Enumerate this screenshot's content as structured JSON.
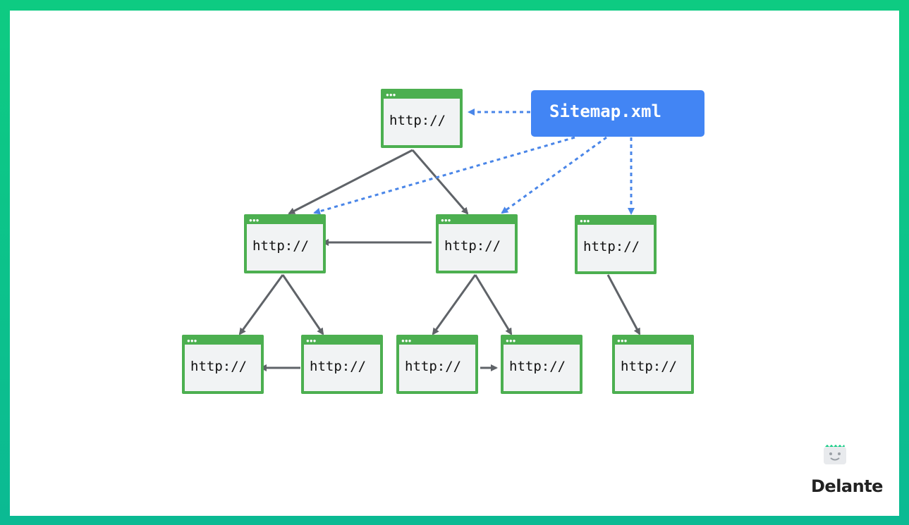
{
  "sitemap": {
    "label": "Sitemap.xml"
  },
  "pages": [
    {
      "id": "root",
      "url": "http://"
    },
    {
      "id": "l2a",
      "url": "http://"
    },
    {
      "id": "l2b",
      "url": "http://"
    },
    {
      "id": "l2c",
      "url": "http://"
    },
    {
      "id": "l3a",
      "url": "http://"
    },
    {
      "id": "l3b",
      "url": "http://"
    },
    {
      "id": "l3c",
      "url": "http://"
    },
    {
      "id": "l3d",
      "url": "http://"
    },
    {
      "id": "l3e",
      "url": "http://"
    }
  ],
  "links": [
    {
      "from": "root",
      "to": "l2a",
      "kind": "page-link"
    },
    {
      "from": "root",
      "to": "l2b",
      "kind": "page-link"
    },
    {
      "from": "l2b",
      "to": "l2a",
      "kind": "page-link"
    },
    {
      "from": "l2a",
      "to": "l3a",
      "kind": "page-link"
    },
    {
      "from": "l2a",
      "to": "l3b",
      "kind": "page-link"
    },
    {
      "from": "l3b",
      "to": "l3a",
      "kind": "page-link"
    },
    {
      "from": "l2b",
      "to": "l3c",
      "kind": "page-link"
    },
    {
      "from": "l2b",
      "to": "l3d",
      "kind": "page-link"
    },
    {
      "from": "l3c",
      "to": "l3d",
      "kind": "page-link"
    },
    {
      "from": "l2c",
      "to": "l3e",
      "kind": "page-link"
    },
    {
      "from": "sitemap",
      "to": "root",
      "kind": "sitemap-link"
    },
    {
      "from": "sitemap",
      "to": "l2a",
      "kind": "sitemap-link"
    },
    {
      "from": "sitemap",
      "to": "l2b",
      "kind": "sitemap-link"
    },
    {
      "from": "sitemap",
      "to": "l2c",
      "kind": "sitemap-link"
    }
  ],
  "colors": {
    "frame": "#0ecb82",
    "page_border": "#4caf50",
    "page_fill": "#f1f3f4",
    "page_link": "#5f6368",
    "sitemap": "#4285f4"
  },
  "brand": {
    "logo_text": "Delante",
    "logo_icon": "robot-mascot-icon"
  }
}
